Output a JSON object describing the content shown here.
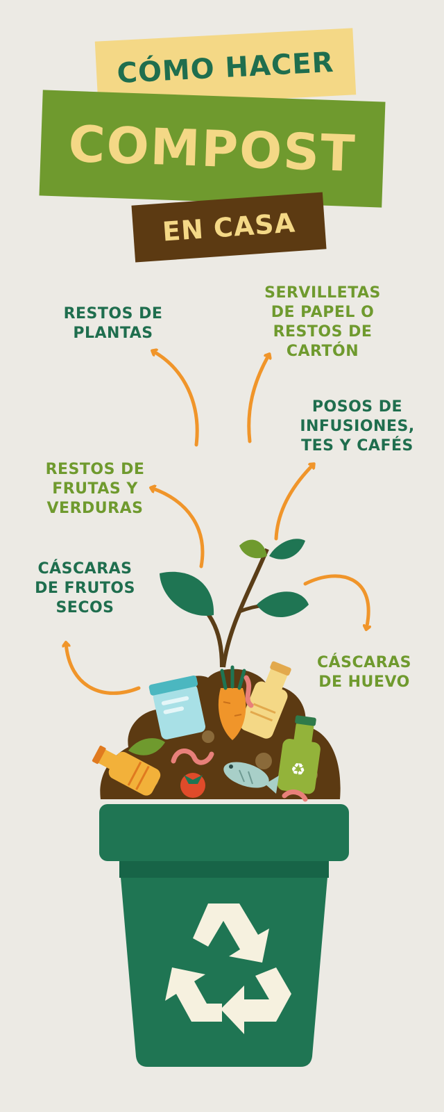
{
  "title": {
    "line1": "CÓMO HACER",
    "line2": "COMPOST",
    "line3": "EN CASA"
  },
  "items": {
    "plantas": "RESTOS DE\nPLANTAS",
    "servilletas": "SERVILLETAS\nDE PAPEL O\nRESTOS DE\nCARTÓN",
    "posos": "POSOS DE\nINFUSIONES,\nTES Y CAFÉS",
    "frutas": "RESTOS DE\nFRUTAS Y\nVERDURAS",
    "cascaras_frutos": "CÁSCARAS\nDE FRUTOS\nSECOS",
    "cascaras_huevo": "CÁSCARAS\nDE HUEVO"
  },
  "colors": {
    "background": "#eceae4",
    "dark_green": "#1f6e4e",
    "olive_green": "#6f9a2e",
    "yellow": "#f4d886",
    "brown": "#5c3a12",
    "orange": "#f0952a",
    "bin_green": "#1f7553"
  },
  "icons": [
    "recycle-icon",
    "plant-icon",
    "carrot-icon",
    "fish-icon",
    "bottle-icon",
    "jar-icon",
    "worm-icon",
    "tomato-icon"
  ]
}
